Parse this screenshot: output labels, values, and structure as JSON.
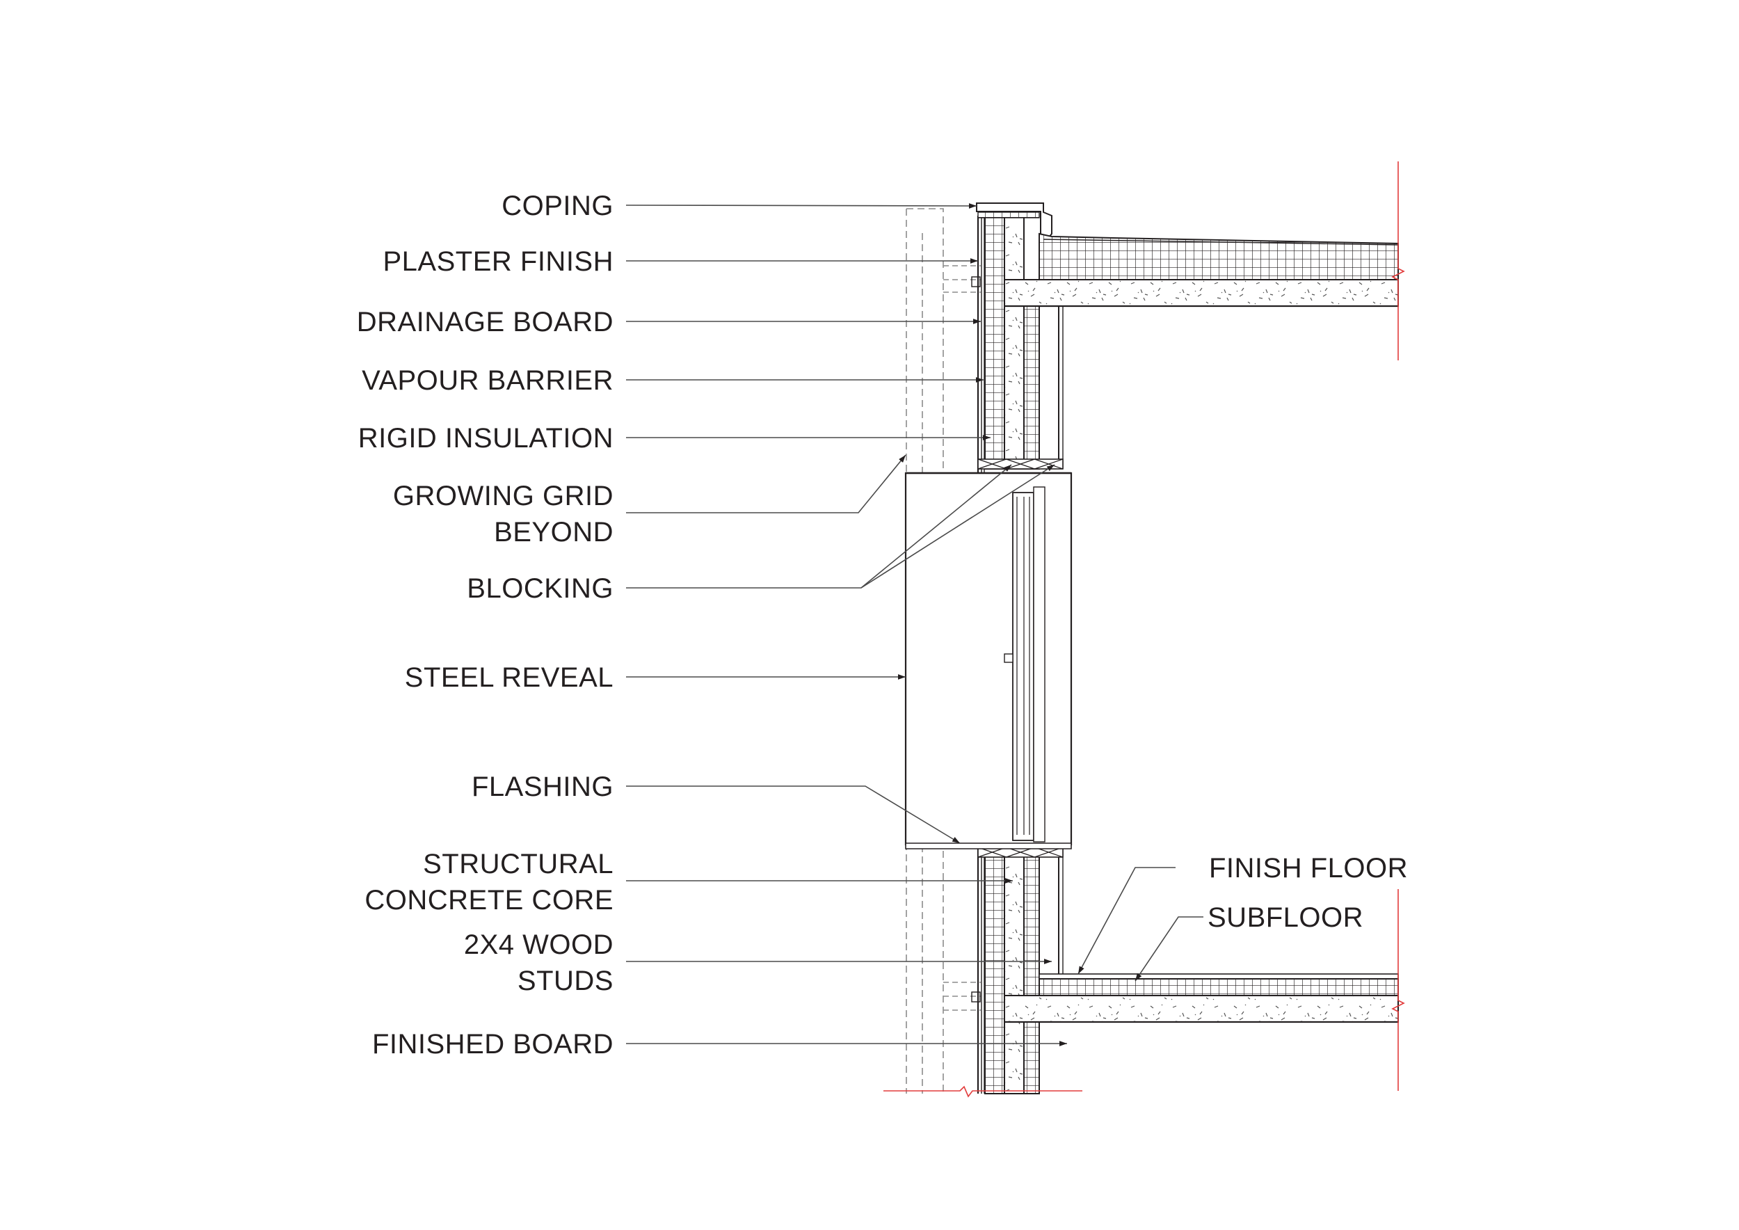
{
  "labels_left": [
    {
      "id": "coping",
      "lines": [
        "COPING"
      ]
    },
    {
      "id": "plaster-finish",
      "lines": [
        "PLASTER FINISH"
      ]
    },
    {
      "id": "drainage-board",
      "lines": [
        "DRAINAGE BOARD"
      ]
    },
    {
      "id": "vapour-barrier",
      "lines": [
        "VAPOUR BARRIER"
      ]
    },
    {
      "id": "rigid-insulation",
      "lines": [
        "RIGID INSULATION"
      ]
    },
    {
      "id": "growing-grid-beyond",
      "lines": [
        "GROWING GRID",
        "BEYOND"
      ]
    },
    {
      "id": "blocking",
      "lines": [
        "BLOCKING"
      ]
    },
    {
      "id": "steel-reveal",
      "lines": [
        "STEEL REVEAL"
      ]
    },
    {
      "id": "flashing",
      "lines": [
        "FLASHING"
      ]
    },
    {
      "id": "structural-concrete-core",
      "lines": [
        "STRUCTURAL",
        "CONCRETE CORE"
      ]
    },
    {
      "id": "2x4-wood-studs",
      "lines": [
        "2X4 WOOD",
        "STUDS"
      ]
    },
    {
      "id": "finished-board",
      "lines": [
        "FINISHED BOARD"
      ]
    }
  ],
  "labels_right": [
    {
      "id": "finish-floor",
      "lines": [
        "FINISH FLOOR"
      ]
    },
    {
      "id": "subfloor",
      "lines": [
        "SUBFLOOR"
      ]
    }
  ],
  "colors": {
    "line": "#231f20",
    "leader": "#4a4a4a",
    "breakline": "#e23b3b",
    "dashed": "#8c8c8c"
  }
}
